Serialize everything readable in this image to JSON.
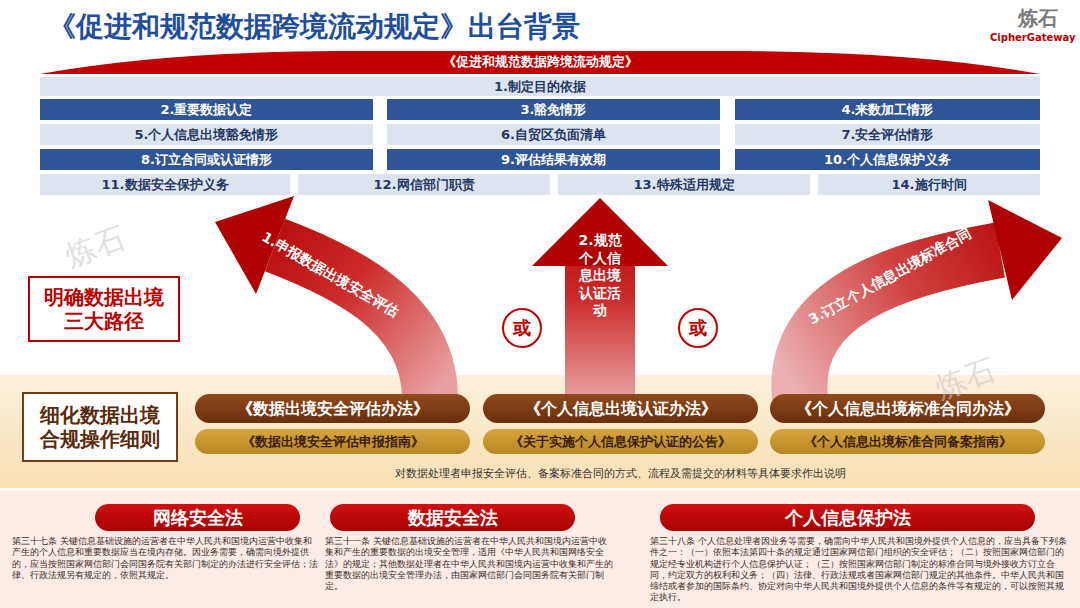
{
  "diagram": {
    "title": "《促进和规范数据跨境流动规定》出台背景",
    "nodes": [
      {
        "text": [
          "《促进和规范数据跨境流动规定》"
        ]
      },
      {
        "text": [
          "1.制定目的依据"
        ]
      },
      {
        "text": [
          "2.重要数据认定"
        ]
      },
      {
        "text": [
          "3.豁免情形"
        ]
      },
      {
        "text": [
          "4.来数加工情形"
        ]
      },
      {
        "text": [
          "5.个人信息出境豁免情形"
        ]
      },
      {
        "text": [
          "6.自贸区负面清单"
        ]
      },
      {
        "text": [
          "7.安全评估情形"
        ]
      },
      {
        "text": [
          "8.订立合同或认证情形"
        ]
      },
      {
        "text": [
          "9.评估结果有效期"
        ]
      },
      {
        "text": [
          "10.个人信息保护义务"
        ]
      },
      {
        "text": [
          "11.数据安全保护义务"
        ]
      },
      {
        "text": [
          "12.网信部门职责"
        ]
      },
      {
        "text": [
          "13.特殊适用规定"
        ]
      },
      {
        "text": [
          "14.施行时间"
        ]
      },
      {
        "text": [
          "明确数据出境三大路径"
        ]
      },
      {
        "text": [
          "或"
        ]
      },
      {
        "text": [
          "或"
        ]
      },
      {
        "text": [
          "细化数据出境合规操作细则"
        ]
      },
      {
        "text": [
          "《数据出境安全评估办法》"
        ]
      },
      {
        "text": [
          "《个人信息出境认证办法》"
        ]
      },
      {
        "text": [
          "《个人信息出境标准合同办法》"
        ]
      },
      {
        "text": [
          "《数据出境安全评估申报指南》"
        ]
      },
      {
        "text": [
          "《关于实施个人信息保护认证的公告》"
        ]
      },
      {
        "text": [
          "《个人信息出境标准合同备案指南》"
        ]
      },
      {
        "text": [
          "网络安全法"
        ]
      },
      {
        "text": [
          "数据安全法"
        ]
      },
      {
        "text": [
          "个人信息保护法"
        ]
      }
    ],
    "labels": [
      "炼石",
      "CipherGateway",
      "1.申报数据出境安全评估",
      "2.规范个人信息出境认证活动",
      "3.订立个人信息出境标准合同",
      "对数据处理者申报安全评估、备案标准合同的方式、流程及需提交的材料等具体要求作出说明",
      "第三十七条 关键信息基础设施的运营者在中华人民共和国境内运营中收集和产生的个人信息和重要数据应当在境内存储。因业务需要，确需向境外提供的，应当按照国家网信部门会同国务院有关部门制定的办法进行安全评估；法律、行政法规另有规定的，依照其规定。",
      "第三十一条 关键信息基础设施的运营者在中华人民共和国境内运营中收集和产生的重要数据的出境安全管理，适用《中华人民共和国网络安全法》的规定；其他数据处理者在中华人民共和国境内运营中收集和产生的重要数据的出境安全管理办法，由国家网信部门会同国务院有关部门制定。",
      "第三十八条 个人信息处理者因业务等需要，确需向中华人民共和国境外提供个人信息的，应当具备下列条件之一：（一）依照本法第四十条的规定通过国家网信部门组织的安全评估；（二）按照国家网信部门的规定经专业机构进行个人信息保护认证；（三）按照国家网信部门制定的标准合同与境外接收方订立合同，约定双方的权利和义务；（四）法律、行政法规或者国家网信部门规定的其他条件。中华人民共和国缔结或者参加的国际条约、协定对向中华人民共和国境外提供个人信息的条件等有规定的，可以按照其规定执行。",
      "炼石",
      "炼石"
    ]
  }
}
